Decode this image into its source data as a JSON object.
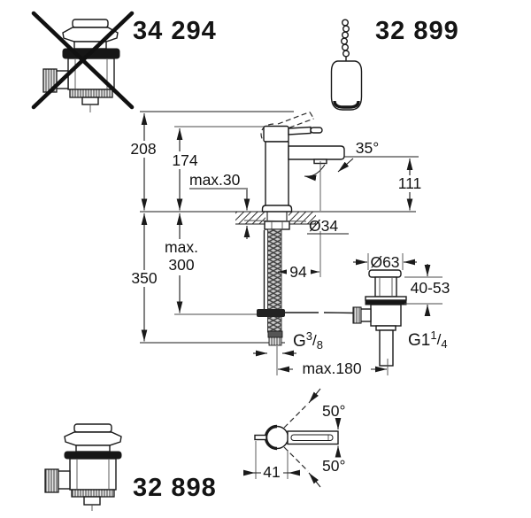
{
  "parts": {
    "crossed_drain": {
      "code": "34 294"
    },
    "chain_plug": {
      "code": "32 899"
    },
    "drain_valve": {
      "code": "32 898"
    }
  },
  "dimensions": {
    "total_height": "208",
    "body_height": "174",
    "deck_max": "max.30",
    "aerator_angle": "35°",
    "outlet_height": "111",
    "hole_diameter": "Ø34",
    "depth_line1": "max.",
    "depth_line2": "300",
    "hose_length": "350",
    "spout_reach": "94",
    "flange_diameter": "Ø63",
    "clamping_range": "40-53",
    "center_distance": "max.180",
    "swivel_top": "50°",
    "swivel_bottom": "50°",
    "handle_offset": "41"
  },
  "threads": {
    "g38": {
      "prefix": "G",
      "numerator": "3",
      "slash": "/",
      "denominator": "8"
    },
    "g114": {
      "prefix": "G1",
      "numerator": "1",
      "slash": "/",
      "denominator": "4"
    }
  },
  "colors": {
    "line": "#1a1a1a",
    "background": "#ffffff"
  }
}
